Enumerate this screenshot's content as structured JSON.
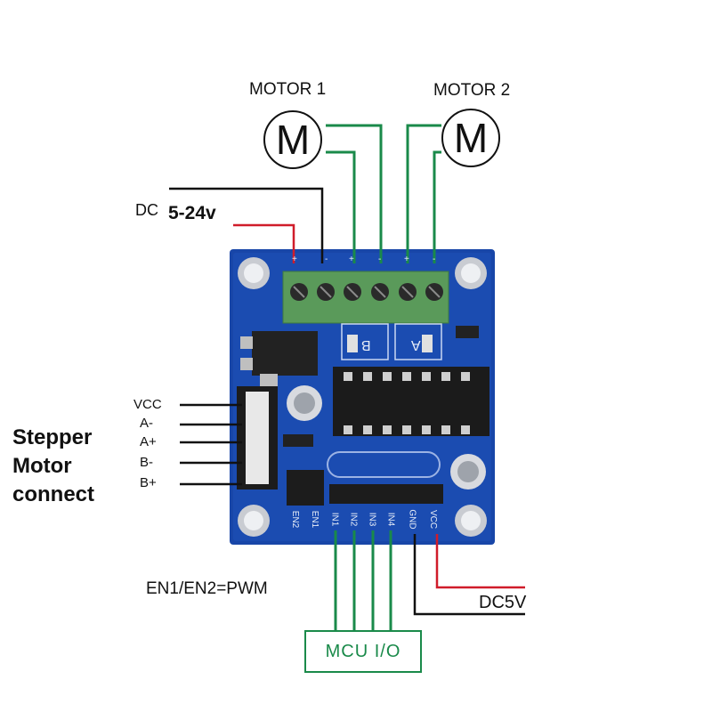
{
  "motors": {
    "motor1_label": "MOTOR 1",
    "motor2_label": "MOTOR 2",
    "symbol": "M"
  },
  "power_in": {
    "dc_label": "DC",
    "voltage_label": "5-24v"
  },
  "stepper": {
    "pins": [
      "VCC",
      "A-",
      "A+",
      "B-",
      "B+"
    ],
    "title_lines": [
      "Stepper",
      "Motor",
      "connect"
    ]
  },
  "board": {
    "header_pins": [
      "EN2",
      "EN1",
      "IN1",
      "IN2",
      "IN3",
      "IN4",
      "GND",
      "VCC"
    ],
    "terminal_marks": [
      "+",
      "-",
      "+",
      "-",
      "+",
      "-"
    ],
    "channel_labels": [
      "B",
      "A"
    ]
  },
  "notes": {
    "pwm": "EN1/EN2=PWM",
    "dc5v": "DC5V",
    "mcu": "MCU  I/O"
  },
  "colors": {
    "pcb": "#1846a8",
    "wire_green": "#1a8a4a",
    "wire_red": "#d01c2a",
    "wire_black": "#111111",
    "terminal": "#5a9a5a"
  }
}
